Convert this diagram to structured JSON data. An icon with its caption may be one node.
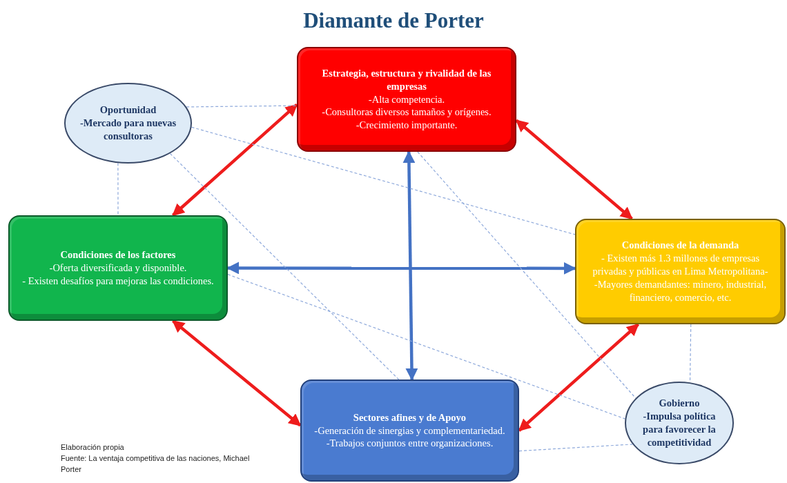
{
  "diagram": {
    "title": "Diamante de Porter",
    "nodes": [
      {
        "text": [
          "Oportunidad",
          "-Mercado para nuevas consultoras"
        ]
      },
      {
        "text": [
          "Estrategia, estructura y rivalidad de las empresas",
          "-Alta competencia.",
          "-Consultoras diversos tamaños y orígenes.",
          "-Crecimiento importante."
        ]
      },
      {
        "text": [
          "Condiciones de los factores",
          "-Oferta diversificada y disponible.",
          "- Existen desafíos para mejoras las condiciones."
        ]
      },
      {
        "text": [
          "Condiciones de la demanda",
          "- Existen más 1.3 millones de empresas privadas y públicas en Lima Metropolitana-",
          "-Mayores demandantes: minero, industrial, financiero, comercio, etc."
        ]
      },
      {
        "text": [
          "Sectores afines y de Apoyo",
          "-Generación de sinergias y complementariedad.",
          "-Trabajos conjuntos entre organizaciones."
        ]
      },
      {
        "text": [
          "Gobierno",
          "-Impulsa política para favorecer la competitividad"
        ]
      }
    ],
    "edges": [
      {
        "from": 1,
        "to": 2,
        "arrow": "both",
        "style": "thick",
        "color": "#ee1c1c"
      },
      {
        "from": 1,
        "to": 3,
        "arrow": "both",
        "style": "thick",
        "color": "#ee1c1c"
      },
      {
        "from": 2,
        "to": 4,
        "arrow": "both",
        "style": "thick",
        "color": "#ee1c1c"
      },
      {
        "from": 4,
        "to": 3,
        "arrow": "both",
        "style": "thick",
        "color": "#ee1c1c"
      },
      {
        "from": 1,
        "to": 4,
        "arrow": "both",
        "style": "thick",
        "color": "#4472c4"
      },
      {
        "from": 2,
        "to": 3,
        "arrow": "both",
        "style": "thick",
        "color": "#4472c4"
      },
      {
        "from": 0,
        "to": 1,
        "arrow": "none",
        "style": "dashed",
        "color": "#8ea9db"
      },
      {
        "from": 0,
        "to": 3,
        "arrow": "none",
        "style": "dashed",
        "color": "#8ea9db"
      },
      {
        "from": 0,
        "to": 2,
        "arrow": "none",
        "style": "dashed",
        "color": "#8ea9db"
      },
      {
        "from": 0,
        "to": 4,
        "arrow": "none",
        "style": "dashed",
        "color": "#8ea9db"
      },
      {
        "from": 1,
        "to": 5,
        "arrow": "none",
        "style": "dashed",
        "color": "#8ea9db"
      },
      {
        "from": 2,
        "to": 5,
        "arrow": "none",
        "style": "dashed",
        "color": "#8ea9db"
      },
      {
        "from": 3,
        "to": 5,
        "arrow": "none",
        "style": "dashed",
        "color": "#8ea9db"
      },
      {
        "from": 4,
        "to": 5,
        "arrow": "none",
        "style": "dashed",
        "color": "#8ea9db"
      }
    ],
    "labels": [
      "Elaboración propia",
      "Fuente:  La ventaja competitiva de las naciones, Michael Porter"
    ]
  }
}
